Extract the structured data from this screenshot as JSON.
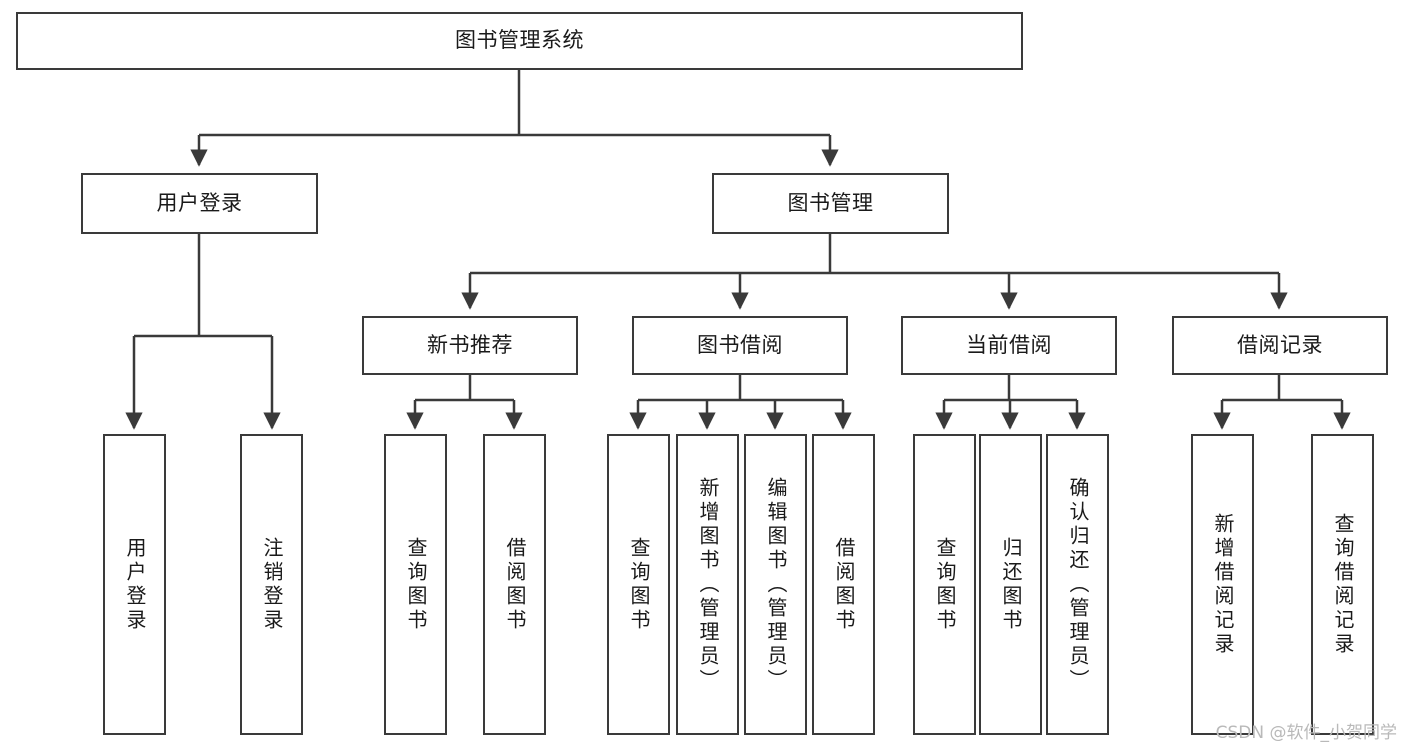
{
  "diagram": {
    "title": "图书管理系统",
    "watermark": "CSDN @软件_小贺同学",
    "colors": {
      "stroke": "#3a3a3a",
      "text": "#1a1a1a",
      "background": "#ffffff",
      "watermark": "#b9b9b9"
    },
    "root": {
      "label": "图书管理系统"
    },
    "level1": [
      {
        "label": "用户登录"
      },
      {
        "label": "图书管理"
      }
    ],
    "level2": [
      {
        "label": "新书推荐"
      },
      {
        "label": "图书借阅"
      },
      {
        "label": "当前借阅"
      },
      {
        "label": "借阅记录"
      }
    ],
    "leaves": {
      "user_login": [
        {
          "label": "用户登录"
        },
        {
          "label": "注销登录"
        }
      ],
      "new_book": [
        {
          "label": "查询图书"
        },
        {
          "label": "借阅图书"
        }
      ],
      "borrow_book": [
        {
          "label": "查询图书"
        },
        {
          "label": "新增图书（管理员）"
        },
        {
          "label": "编辑图书（管理员）"
        },
        {
          "label": "借阅图书"
        }
      ],
      "current_borrow": [
        {
          "label": "查询图书"
        },
        {
          "label": "归还图书"
        },
        {
          "label": "确认归还（管理员）"
        }
      ],
      "borrow_record": [
        {
          "label": "新增借阅记录"
        },
        {
          "label": "查询借阅记录"
        }
      ]
    }
  }
}
